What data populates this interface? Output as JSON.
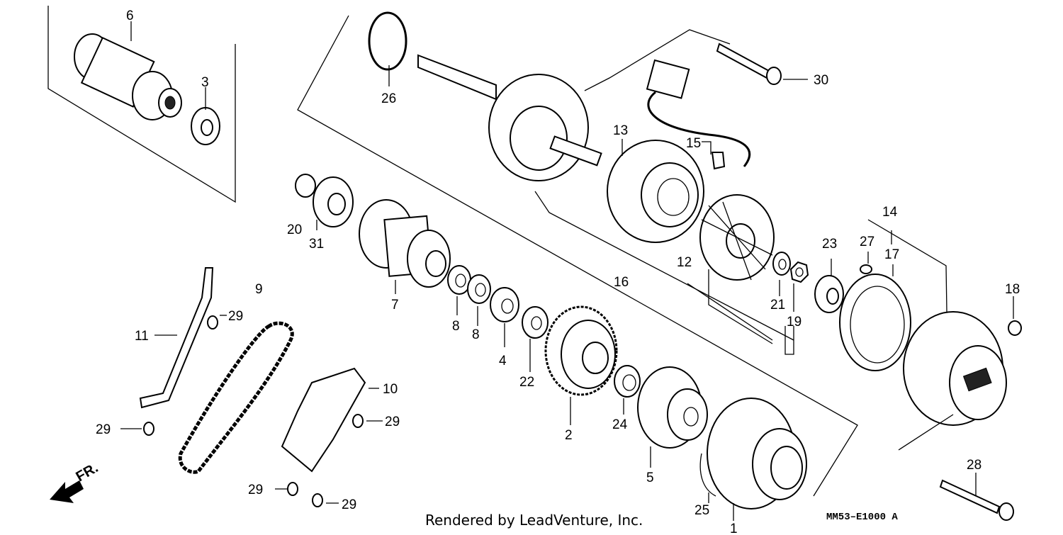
{
  "diagram": {
    "labels": {
      "p1": "1",
      "p2": "2",
      "p3": "3",
      "p4": "4",
      "p5": "5",
      "p6": "6",
      "p7": "7",
      "p8a": "8",
      "p8b": "8",
      "p9": "9",
      "p10": "10",
      "p11": "11",
      "p12": "12",
      "p13": "13",
      "p14": "14",
      "p15": "15",
      "p16": "16",
      "p17": "17",
      "p18": "18",
      "p19": "19",
      "p20": "20",
      "p21": "21",
      "p22": "22",
      "p23": "23",
      "p24": "24",
      "p25": "25",
      "p26": "26",
      "p27": "27",
      "p28": "28",
      "p29a": "29",
      "p29b": "29",
      "p29c": "29",
      "p29d": "29",
      "p29e": "29",
      "p30": "30",
      "p31": "31"
    },
    "front_arrow": "FR.",
    "credit": "Rendered by LeadVenture, Inc.",
    "code": "MM53–E1000 A"
  }
}
